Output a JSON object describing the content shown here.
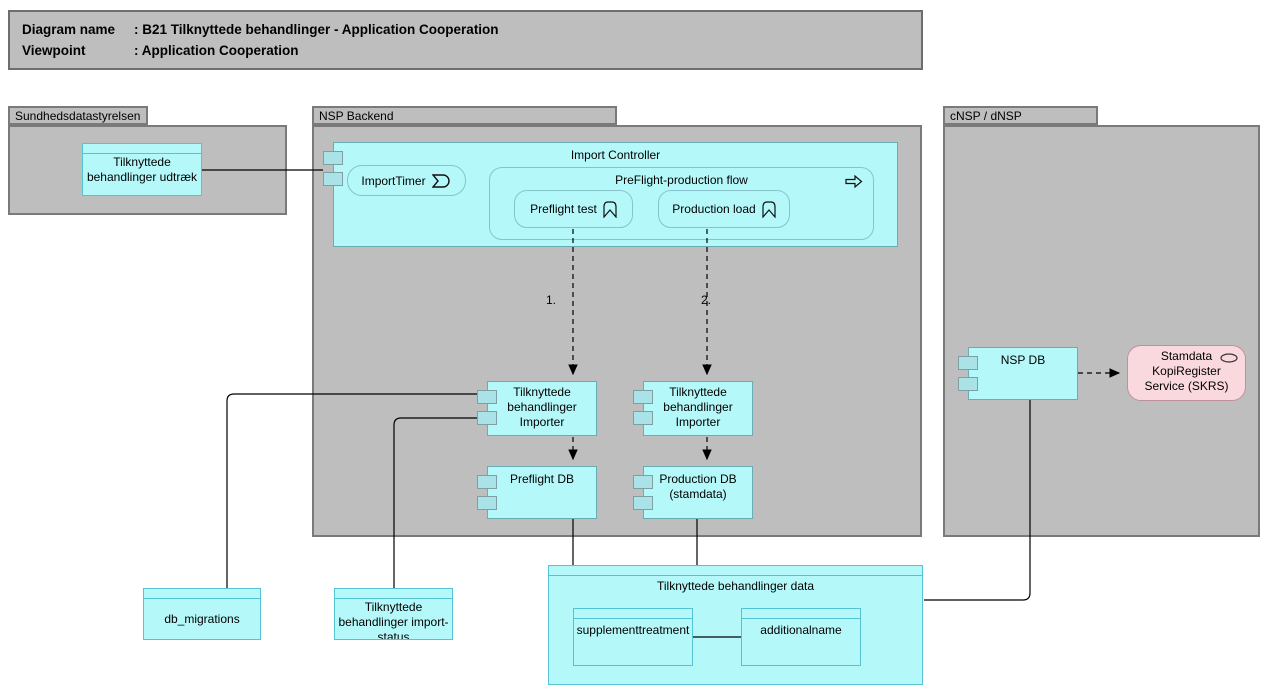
{
  "title_block": {
    "rows": [
      {
        "label": "Diagram name",
        "separator": ":",
        "value": "B21 Tilknyttede behandlinger - Application Cooperation"
      },
      {
        "label": "Viewpoint",
        "separator": ":",
        "value": "Application Cooperation"
      }
    ]
  },
  "groups": [
    {
      "label": "Sundhedsdatastyrelsen"
    },
    {
      "label": "NSP Backend"
    },
    {
      "label": "cNSP / dNSP"
    }
  ],
  "nodes": {
    "udtraek": {
      "label": "Tilknyttede behandlinger udtræk"
    },
    "import_controller": {
      "label": "Import Controller"
    },
    "import_timer": {
      "label": "ImportTimer"
    },
    "preflight_flow": {
      "label": "PreFlight-production flow"
    },
    "preflight_test": {
      "label": "Preflight test"
    },
    "production_load": {
      "label": "Production load"
    },
    "importer_left": {
      "label": "Tilknyttede behandlinger Importer"
    },
    "importer_right": {
      "label": "Tilknyttede behandlinger Importer"
    },
    "preflight_db": {
      "label": "Preflight DB"
    },
    "production_db": {
      "label": "Production DB (stamdata)"
    },
    "nsp_db": {
      "label": "NSP DB"
    },
    "skrs": {
      "label": "Stamdata KopiRegister Service (SKRS)"
    },
    "db_migrations": {
      "label": "db_migrations"
    },
    "import_status": {
      "label": "Tilknyttede behandlinger import-status"
    },
    "data_box": {
      "label": "Tilknyttede behandlinger data"
    },
    "supplementtreatment": {
      "label": "supplementtreatment"
    },
    "additionalname": {
      "label": "additionalname"
    }
  },
  "edge_labels": {
    "flow1": "1.",
    "flow2": "2."
  },
  "colors": {
    "cyan_fill": "#b5f8fa",
    "group_fill": "#bebebe",
    "pink_fill": "#fad9de",
    "component_border": "#6bacb4",
    "data_object_border": "#56c3d5",
    "line": "#000000"
  }
}
